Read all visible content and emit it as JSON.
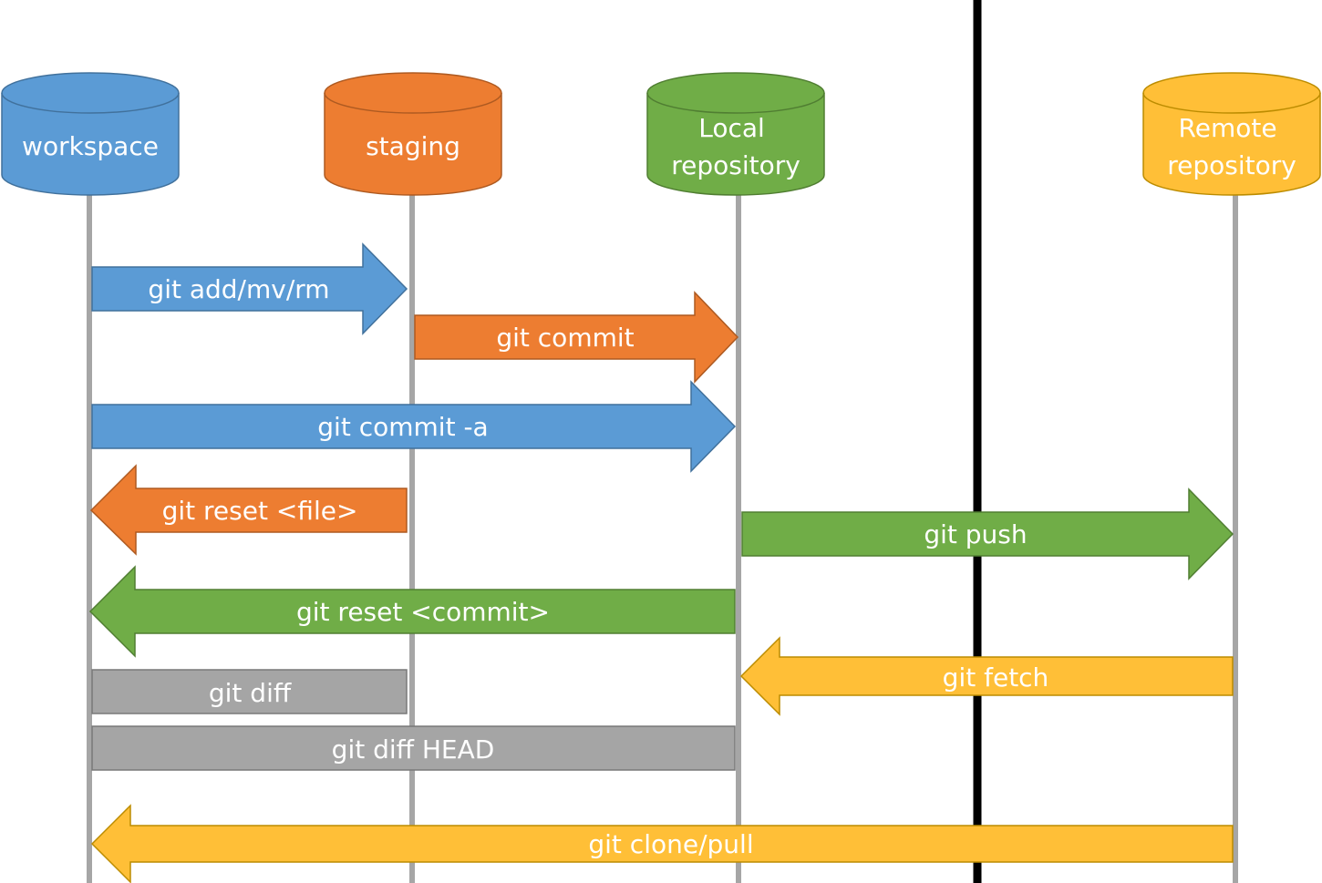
{
  "colors": {
    "blue": "#5B9BD5",
    "blue_edge": "#41719C",
    "orange": "#ED7D31",
    "orange_edge": "#AE5A21",
    "green": "#70AD47",
    "green_edge": "#507E32",
    "yellow": "#FFC000",
    "yellow_fill": "#FFBF37",
    "yellow_edge": "#BC8C00",
    "gray": "#A5A5A5",
    "gray_edge": "#787878",
    "lifeline": "#A6A6A6",
    "divider": "#000000"
  },
  "stores": {
    "workspace": {
      "label_lines": [
        "workspace"
      ],
      "color": "blue"
    },
    "staging": {
      "label_lines": [
        "staging"
      ],
      "color": "orange"
    },
    "local": {
      "label_lines": [
        "Local",
        "repository"
      ],
      "color": "green"
    },
    "remote": {
      "label_lines": [
        "Remote",
        "repository"
      ],
      "color": "yellow"
    }
  },
  "commands": {
    "add": {
      "label": "git add/mv/rm",
      "from": "workspace",
      "to": "staging",
      "color": "blue",
      "direction": "right"
    },
    "commit": {
      "label": "git commit",
      "from": "staging",
      "to": "local",
      "color": "orange",
      "direction": "right"
    },
    "commit_a": {
      "label": "git commit -a",
      "from": "workspace",
      "to": "local",
      "color": "blue",
      "direction": "right"
    },
    "reset_file": {
      "label": "git reset <file>",
      "from": "staging",
      "to": "workspace",
      "color": "orange",
      "direction": "left"
    },
    "push": {
      "label": "git push",
      "from": "local",
      "to": "remote",
      "color": "green",
      "direction": "right"
    },
    "reset_commit": {
      "label": "git reset <commit>",
      "from": "local",
      "to": "workspace",
      "color": "green",
      "direction": "left"
    },
    "fetch": {
      "label": "git fetch",
      "from": "remote",
      "to": "local",
      "color": "yellow",
      "direction": "left"
    },
    "diff": {
      "label": "git diff",
      "from": "workspace",
      "to": "staging",
      "color": "gray",
      "direction": "none"
    },
    "diff_head": {
      "label": "git diff HEAD",
      "from": "workspace",
      "to": "local",
      "color": "gray",
      "direction": "none"
    },
    "clone_pull": {
      "label": "git clone/pull",
      "from": "remote",
      "to": "workspace",
      "color": "yellow",
      "direction": "left"
    }
  }
}
